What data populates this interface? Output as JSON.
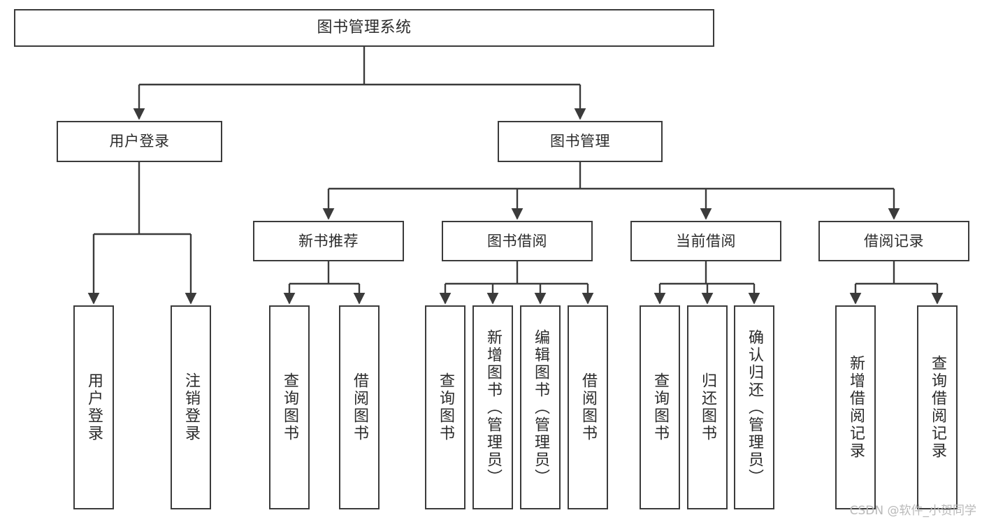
{
  "diagram": {
    "type": "tree",
    "title": "图书管理系统",
    "watermark": "CSDN @软件_小贺同学",
    "colors": {
      "box_border": "#3b3b3b",
      "box_fill": "#ffffff",
      "connector": "#3b3b3b",
      "text": "#2b2b2b",
      "watermark": "#b9b9b9",
      "background": "#ffffff"
    },
    "nodes": {
      "root": {
        "label": "图书管理系统"
      },
      "level2": [
        {
          "id": "user-login",
          "label": "用户登录"
        },
        {
          "id": "book-manage",
          "label": "图书管理"
        }
      ],
      "level3": [
        {
          "id": "new-book-recommend",
          "label": "新书推荐"
        },
        {
          "id": "book-borrow",
          "label": "图书借阅"
        },
        {
          "id": "current-borrow",
          "label": "当前借阅"
        },
        {
          "id": "borrow-record",
          "label": "借阅记录"
        }
      ],
      "leaves": {
        "user-login": [
          {
            "id": "leaf-user-login",
            "label": "用户登录"
          },
          {
            "id": "leaf-logout",
            "label": "注销登录"
          }
        ],
        "new-book-recommend": [
          {
            "id": "leaf-query-book-1",
            "label": "查询图书"
          },
          {
            "id": "leaf-borrow-book-1",
            "label": "借阅图书"
          }
        ],
        "book-borrow": [
          {
            "id": "leaf-query-book-2",
            "label": "查询图书"
          },
          {
            "id": "leaf-add-book",
            "label": "新增图书（管理员）"
          },
          {
            "id": "leaf-edit-book",
            "label": "编辑图书（管理员）"
          },
          {
            "id": "leaf-borrow-book-2",
            "label": "借阅图书"
          }
        ],
        "current-borrow": [
          {
            "id": "leaf-query-book-3",
            "label": "查询图书"
          },
          {
            "id": "leaf-return-book",
            "label": "归还图书"
          },
          {
            "id": "leaf-confirm-return",
            "label": "确认归还（管理员）"
          }
        ],
        "borrow-record": [
          {
            "id": "leaf-add-record",
            "label": "新增借阅记录"
          },
          {
            "id": "leaf-query-record",
            "label": "查询借阅记录"
          }
        ]
      }
    }
  }
}
